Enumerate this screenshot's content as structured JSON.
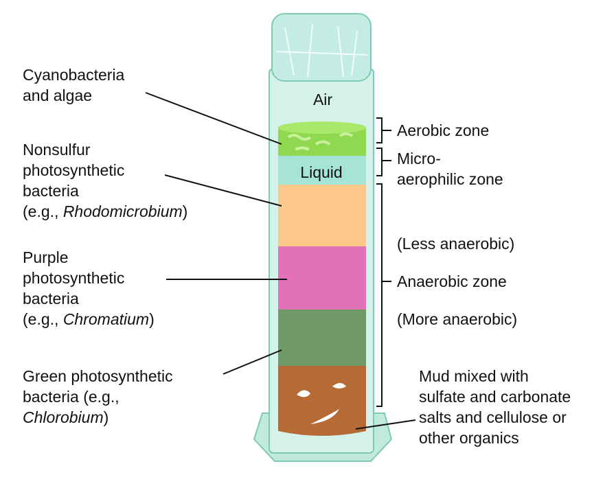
{
  "column": {
    "air": "Air",
    "liquid": "Liquid",
    "colors": {
      "glass": "#bfeadd",
      "glass_edge": "#7fc9b4",
      "algae": "#8fd84f",
      "liquid": "#a6e4d5",
      "nonsulfur": "#fcc98b",
      "purple": "#e271b8",
      "green": "#6f9a68",
      "mud": "#b66a36"
    }
  },
  "left_labels": {
    "cyano": {
      "line1": "Cyanobacteria",
      "line2": "and algae"
    },
    "nonsulfur": {
      "line1": "Nonsulfur",
      "line2": "photosynthetic",
      "line3": "bacteria",
      "pre": "(e.g., ",
      "genus": "Rhodomicrobium",
      "post": ")"
    },
    "purple": {
      "line1": "Purple",
      "line2": "photosynthetic",
      "line3": "bacteria",
      "pre": "(e.g., ",
      "genus": "Chromatium",
      "post": ")"
    },
    "green": {
      "line1": "Green photosynthetic",
      "line2": "bacteria (e.g.,",
      "genus": "Chlorobium",
      "post": ")"
    }
  },
  "right_labels": {
    "aerobic": "Aerobic zone",
    "micro_1": "Micro-",
    "micro_2": "aerophilic zone",
    "less": "(Less anaerobic)",
    "anaerobic": "Anaerobic zone",
    "more": "(More anaerobic)",
    "mud_1": "Mud mixed with",
    "mud_2": "sulfate and carbonate",
    "mud_3": "salts and cellulose or",
    "mud_4": "other organics"
  }
}
